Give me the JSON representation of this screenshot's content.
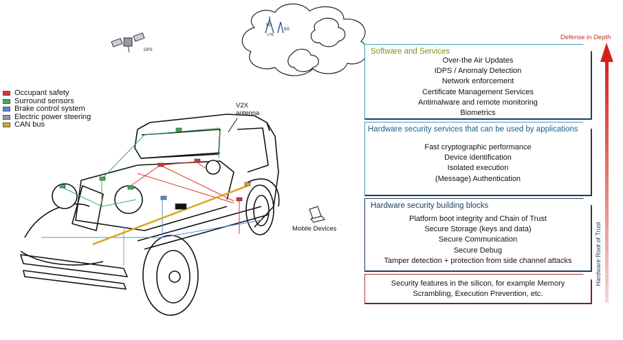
{
  "legend": [
    {
      "label": "Occupant safety",
      "color": "#d9342b"
    },
    {
      "label": "Surround sensors",
      "color": "#3ab05a"
    },
    {
      "label": "Brake control system",
      "color": "#4f8fd6"
    },
    {
      "label": "Electric power steering",
      "color": "#9a9a9a"
    },
    {
      "label": "CAN bus",
      "color": "#d9a820"
    }
  ],
  "labels": {
    "gps": "GPS",
    "v2x": "V2X antenna",
    "mobile": "Mobile Devices",
    "cloud_5g_a": "5G",
    "cloud_5g_b": "5G",
    "cloud_4g": "LTE"
  },
  "layers": [
    {
      "title": "Software and Services",
      "border": "#3e9bc4",
      "title_color": "#8a8a1a",
      "items": [
        "Over-the Air Updates",
        "IDPS /  Anomaly Detection",
        "Network enforcement",
        "Certificate Management Services",
        "Antimalware and remote monitoring",
        "Biometrics"
      ]
    },
    {
      "title": "Hardware security services that can be used by applications",
      "border": "#3e9bc4",
      "title_color": "#1d5d85",
      "items": [
        "Fast cryptographic performance",
        "Device identification",
        "Isolated execution",
        "(Message) Authentication"
      ]
    },
    {
      "title": "Hardware security building blocks",
      "border": "#1f3a5a",
      "title_color": "#1d3d5e",
      "items": [
        "Platform boot integrity and Chain of Trust",
        "Secure Storage (keys and data)",
        "Secure Communication",
        "Secure Debug",
        "Tamper detection + protection from side channel attacks"
      ]
    },
    {
      "title": "",
      "border": "#a83a3a",
      "title_color": "#111111",
      "items": [
        "Security features in the silicon, for example Memory",
        "Scrambling, Execution Prevention, etc."
      ]
    }
  ],
  "axis": {
    "defense_in_depth": "Defense in Depth",
    "hardware_root": "Hardware Root of Trust"
  }
}
